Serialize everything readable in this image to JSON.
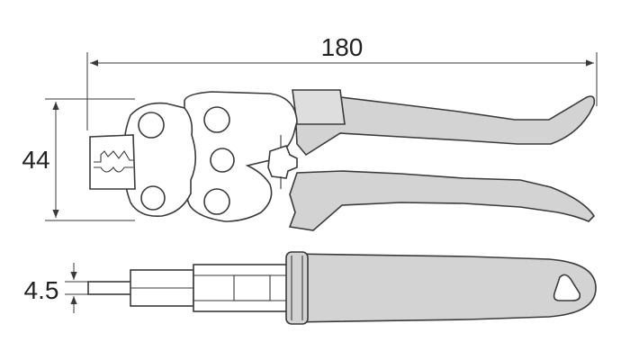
{
  "dimensions": {
    "length": "180",
    "height": "44",
    "thickness": "4.5"
  },
  "colors": {
    "outline": "#3a3a3a",
    "handle_fill": "#d3d3d3",
    "background": "#ffffff"
  }
}
